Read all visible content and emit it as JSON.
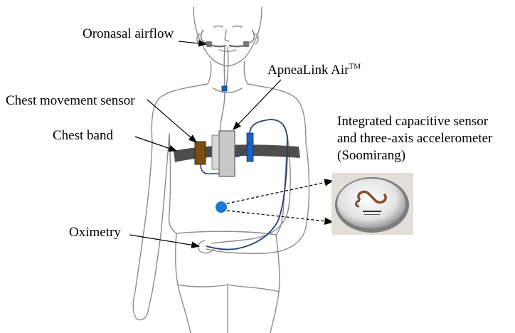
{
  "labels": {
    "oronasal_airflow": "Oronasal airflow",
    "device_name": "ApneaLink Air",
    "device_trademark": "TM",
    "chest_movement_sensor": "Chest movement sensor",
    "chest_band": "Chest band",
    "integrated_sensor_line1": "Integrated capacitive sensor",
    "integrated_sensor_line2": "and three-axis accelerometer",
    "integrated_sensor_line3": "(Soomirang)",
    "oximetry": "Oximetry"
  },
  "colors": {
    "body_outline": "#8c8c8c",
    "chest_band": "#4d4d4d",
    "chest_sensor": "#7a4f12",
    "device_body": "#c8c8c8",
    "cable": "#1f3f7a",
    "blue_marker": "#1a64c8",
    "sensor_dot": "#1a78d4"
  },
  "icons": {
    "sensor_photo": "round-metal-sensor-disc"
  }
}
